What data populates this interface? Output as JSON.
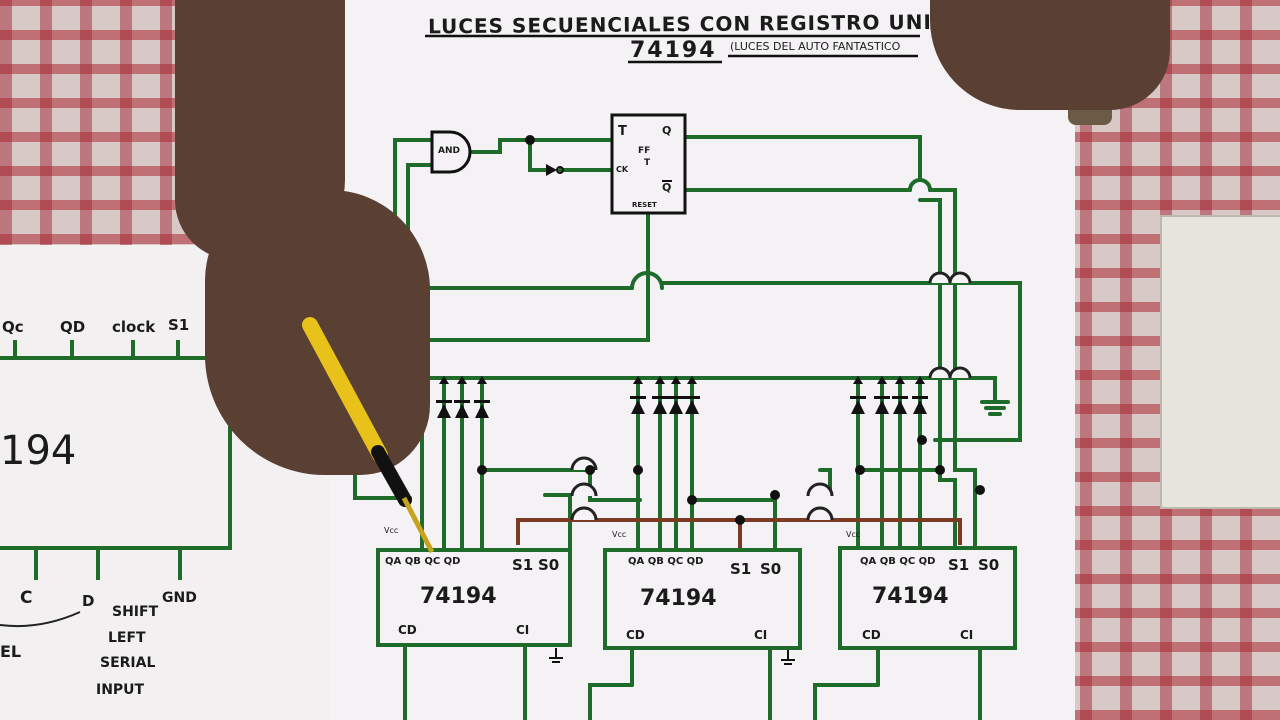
{
  "title_line1": "LUCES SECUENCIALES CON REGISTRO UNIVE",
  "title_line2": "74194",
  "title_paren": "(LUCES DEL AUTO FANTASTICO",
  "gate_label": "AND",
  "ff": {
    "t": "T",
    "q": "Q",
    "qbar": "Q",
    "ck": "CK",
    "name": "FF",
    "sub": "T",
    "reset": "RESET"
  },
  "chips": [
    {
      "part": "74194",
      "pins": "QA QB QC QD",
      "s1": "S1",
      "s0": "S0",
      "cd": "CD",
      "ci": "CI",
      "vcc": "Vcc"
    },
    {
      "part": "74194",
      "pins": "QA QB QC QD",
      "s1": "S1",
      "s0": "S0",
      "cd": "CD",
      "ci": "CI",
      "vcc": "Vcc"
    },
    {
      "part": "74194",
      "pins": "QA QB QC QD",
      "s1": "S1",
      "s0": "S0",
      "cd": "CD",
      "ci": "CI",
      "vcc": "Vcc"
    }
  ],
  "left_sheet": {
    "pins": [
      "Qc",
      "QD",
      "clock",
      "S1"
    ],
    "part": "194",
    "bottom_pins": [
      "C",
      "D"
    ],
    "gnd": "GND",
    "notes": [
      "SHIFT",
      "LEFT",
      "SERIAL",
      "INPUT"
    ],
    "edge": "EL"
  }
}
